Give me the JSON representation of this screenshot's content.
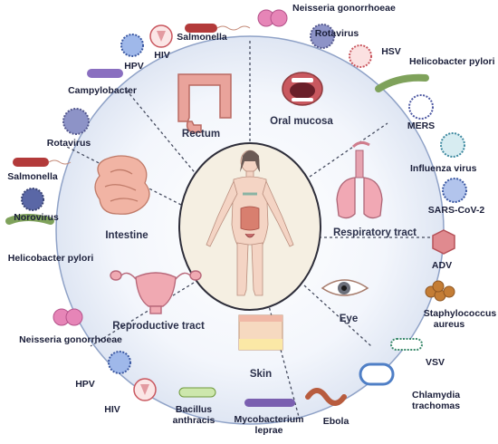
{
  "sections": {
    "rectum": "Rectum",
    "oral_mucosa": "Oral mucosa",
    "intestine": "Intestine",
    "respiratory_tract": "Respiratory tract",
    "reproductive_tract": "Reproductive tract",
    "eye": "Eye",
    "skin": "Skin"
  },
  "pathogens": {
    "salmonella_top": "Salmonella",
    "neisseria_top": "Neisseria gonorrhoeae",
    "hiv_top": "HIV",
    "hpv_top": "HPV",
    "rotavirus_top": "Rotavirus",
    "hsv": "HSV",
    "helicobacter_right": "Helicobacter pylori",
    "campylobacter": "Campylobacter",
    "mers": "MERS",
    "rotavirus_left": "Rotavirus",
    "influenza": "Influenza virus",
    "salmonella_left": "Salmonella",
    "sars": "SARS-CoV-2",
    "norovirus": "Norovirus",
    "adv": "ADV",
    "helicobacter_left": "Helicobacter pylori",
    "staph_1": "Staphylococcus",
    "staph_2": "aureus",
    "neisseria_left": "Neisseria gonorrhoeae",
    "vsv": "VSV",
    "hpv_bottom": "HPV",
    "chlamydia_1": "Chlamydia",
    "chlamydia_2": "trachomas",
    "hiv_bottom": "HIV",
    "bacillus_1": "Bacillus",
    "bacillus_2": "anthracis",
    "mycobacterium_1": "Mycobacterium",
    "mycobacterium_2": "leprae",
    "ebola": "Ebola"
  }
}
